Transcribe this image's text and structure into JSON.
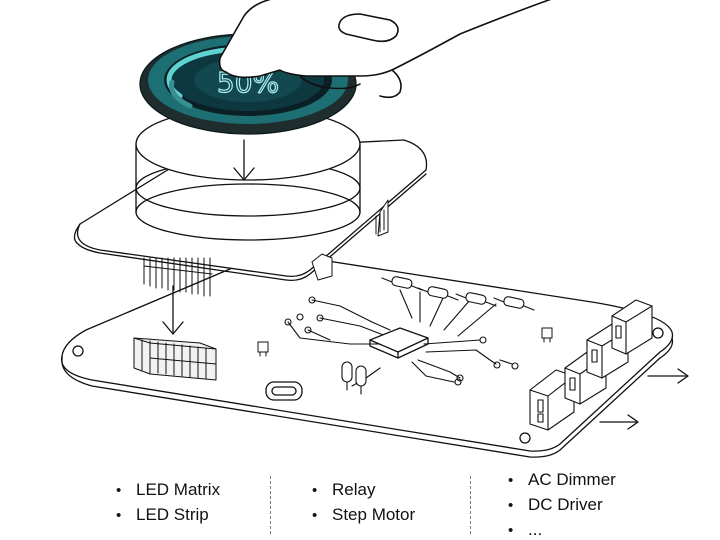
{
  "knob": {
    "percent_label": "50%"
  },
  "categories": [
    {
      "items": [
        "LED Matrix",
        "LED Strip"
      ]
    },
    {
      "items": [
        "Relay",
        "Step Motor"
      ]
    },
    {
      "items": [
        "AC Dimmer",
        "DC Driver",
        "..."
      ]
    }
  ],
  "colors": {
    "knob_ring": "#1d6f73",
    "knob_screen": "#0e3840",
    "knob_accent": "#5fd3d0",
    "line": "#111111"
  },
  "icons": [
    "finger-hand-icon",
    "down-arrow-icon",
    "right-arrow-icon"
  ]
}
